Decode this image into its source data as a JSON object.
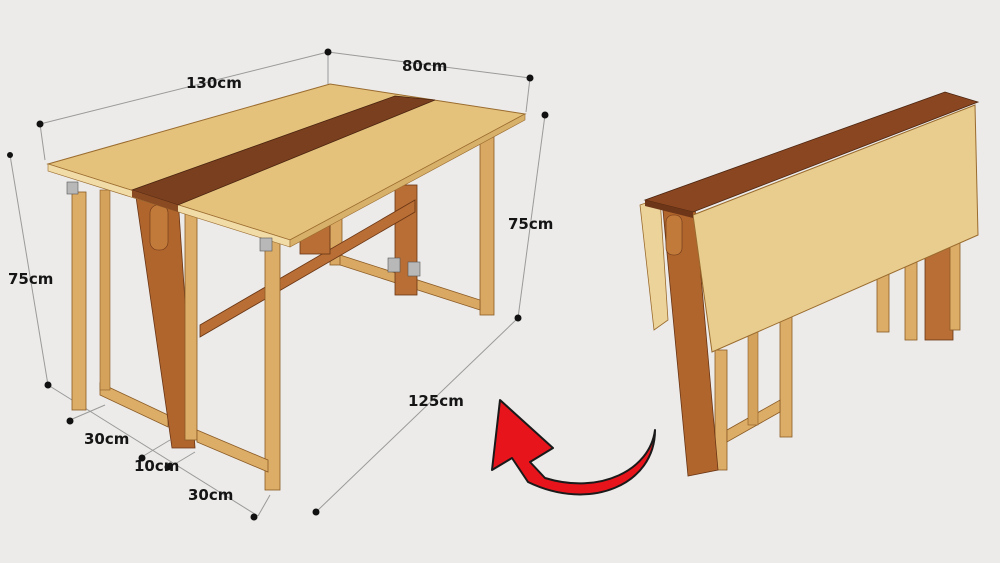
{
  "diagram": {
    "subject": "Folding gateleg table",
    "views": [
      "open-table",
      "folded-table"
    ],
    "dimensions": {
      "top_length": "130cm",
      "top_width": "80cm",
      "height_front": "75cm",
      "height_back": "75cm",
      "base_length": "125cm",
      "leaf_offset_left": "30cm",
      "center_width": "10cm",
      "leaf_offset_right": "30cm"
    },
    "colors": {
      "background": "#ecebe9",
      "light_wood": "#e3c07a",
      "light_wood_dark": "#c99a4e",
      "dark_wood": "#7a3f1e",
      "mid_wood": "#a9622d",
      "arrow": "#e8141c",
      "dim_line": "#9a9a9a"
    },
    "arrow": {
      "direction": "curved-left-up",
      "meaning": "unfold"
    }
  }
}
